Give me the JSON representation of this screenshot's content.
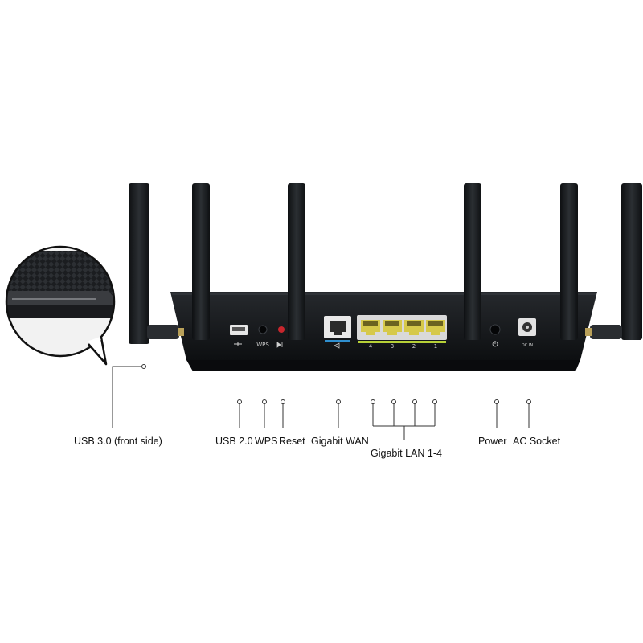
{
  "labels": {
    "usb3_front": "USB 3.0 (front side)",
    "usb2": "USB 2.0",
    "wps": "WPS",
    "reset": "Reset",
    "wan": "Gigabit WAN",
    "lan": "Gigabit LAN 1-4",
    "power": "Power",
    "ac_socket": "AC Socket"
  },
  "panel_marks": {
    "wps": "WPS",
    "lan_ports": [
      "4",
      "3",
      "2",
      "1"
    ],
    "dc_in": "DC IN"
  },
  "colors": {
    "router_body": "#141619",
    "router_edge": "#2a2d31",
    "antenna": "#1c1f22",
    "lan_port": "#d6c94a",
    "lan_stripe": "#b7d137",
    "wan_stripe": "#2f8fcf",
    "reset_button": "#c8262d",
    "leader_line": "#333333"
  }
}
